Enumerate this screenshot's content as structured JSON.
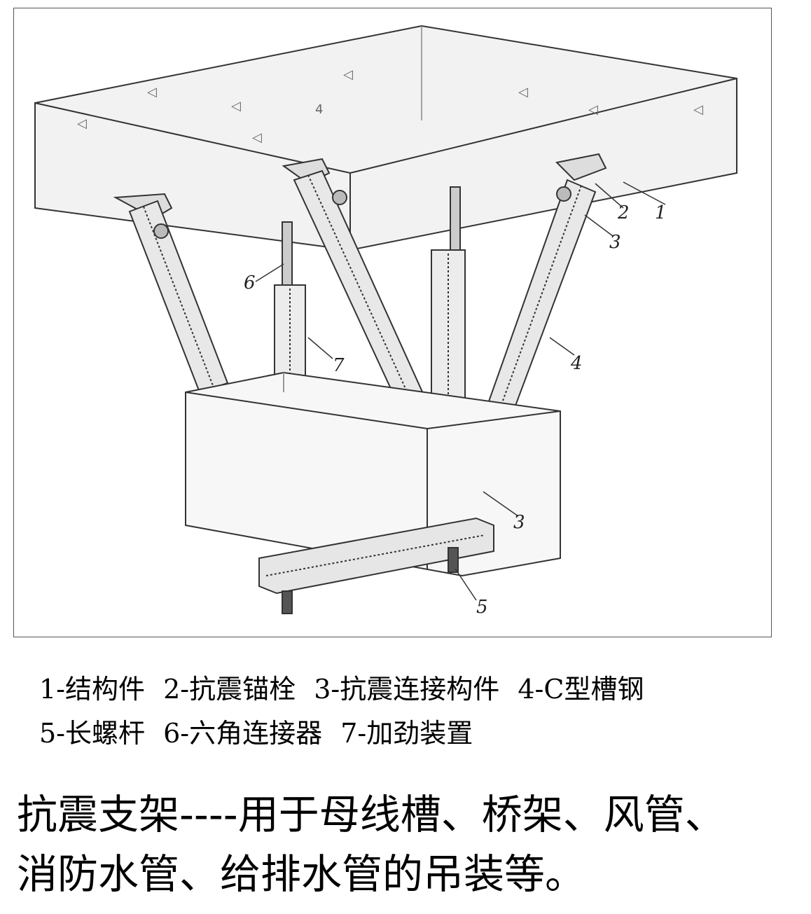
{
  "legend": {
    "line1": [
      "1-结构件",
      "2-抗震锚栓",
      "3-抗震连接构件",
      "4-C型槽钢"
    ],
    "line2": [
      "5-长螺杆",
      "6-六角连接器",
      "7-加劲装置"
    ]
  },
  "caption": {
    "line1": "抗震支架----用于母线槽、桥架、风管、",
    "line2": "消防水管、给排水管的吊装等。"
  },
  "diagram": {
    "callouts": [
      "1",
      "2",
      "3",
      "4",
      "3",
      "5",
      "6",
      "7"
    ]
  }
}
